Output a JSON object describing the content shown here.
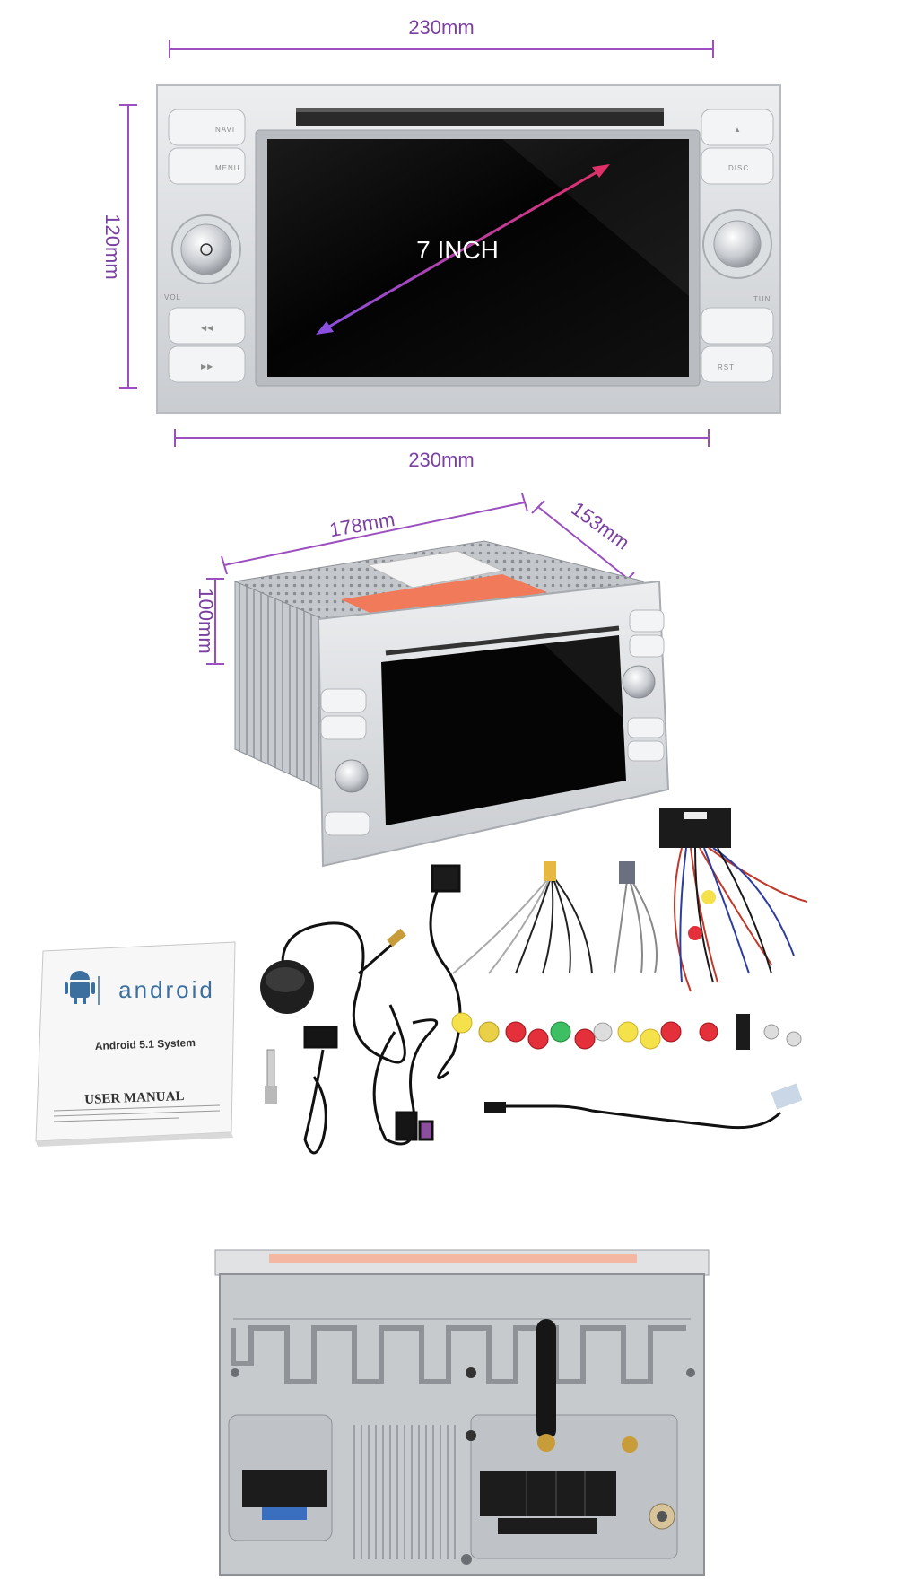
{
  "front_view": {
    "width_top_label": "230mm",
    "width_bottom_label": "230mm",
    "height_label": "120mm",
    "screen_label": "7  INCH",
    "buttons": {
      "navi": "NAVI",
      "menu": "MENU",
      "disc": "DISC",
      "vol": "VOL",
      "tun": "TUN",
      "prev": "◀◀",
      "next": "▶▶",
      "eject": "▲",
      "rst": "RST"
    }
  },
  "side_view": {
    "width_label": "178mm",
    "depth_label": "153mm",
    "height_label": "100mm"
  },
  "manual": {
    "logo_text": "android",
    "system_text": "Android 5.1 System",
    "title": "USER MANUAL"
  },
  "colors": {
    "dimension": "#9c4fbf",
    "silver": "#d8dadc",
    "screen": "#050505",
    "android_blue": "#3d6f9e"
  }
}
